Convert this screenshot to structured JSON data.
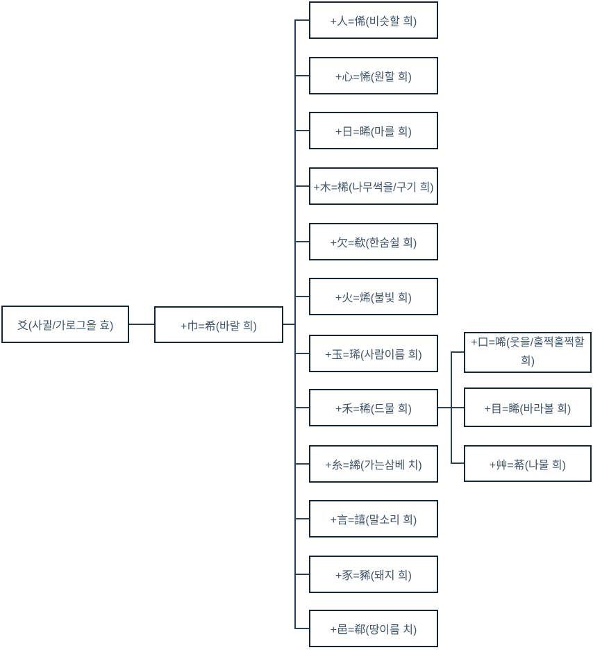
{
  "colors": {
    "node_border": "#122539",
    "connector": "#2A4159",
    "text": "#3E546B",
    "background": "#FFFFFF"
  },
  "tree": {
    "root": {
      "label": "爻(사귈/가로그을 효)"
    },
    "child": {
      "label": "+巾=希(바랄 희)"
    },
    "derived": [
      {
        "label": "+人=俙(비슷할 희)"
      },
      {
        "label": "+心=悕(원할 희)"
      },
      {
        "label": "+日=晞(마를 희)"
      },
      {
        "label": "+木=桸(나무썩을/구기 희)"
      },
      {
        "label": "+欠=欷(한숨쉴 희)"
      },
      {
        "label": "+火=烯(불빛 희)"
      },
      {
        "label": "+玉=琋(사람이름 희)"
      },
      {
        "label": "+禾=稀(드물 희)"
      },
      {
        "label": "+糸=絺(가는삼베 치)"
      },
      {
        "label": "+言=譆(말소리 희)"
      },
      {
        "label": "+豕=豨(돼지 희)"
      },
      {
        "label": "+邑=郗(땅이름 치)"
      }
    ],
    "grandchildren": [
      {
        "label": "+口=唏(웃을/훌쩍훌쩍할 희)"
      },
      {
        "label": "+目=睎(바라볼 희)"
      },
      {
        "label": "+艸=莃(나물 희)"
      }
    ]
  }
}
